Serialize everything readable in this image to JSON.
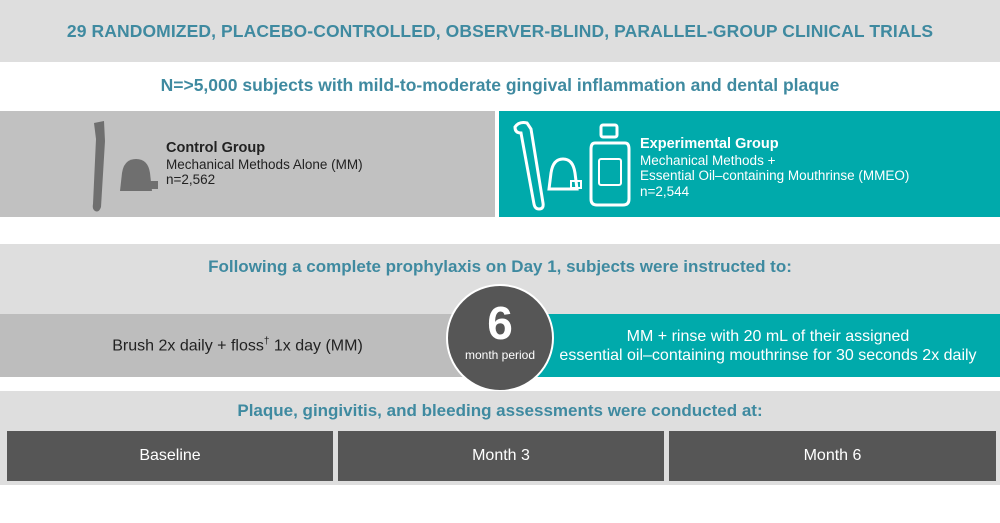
{
  "title": "29 RANDOMIZED, PLACEBO-CONTROLLED, OBSERVER-BLIND, PARALLEL-GROUP CLINICAL TRIALS",
  "subtitle": "N=>5,000 subjects with mild-to-moderate gingival inflammation and dental plaque",
  "control": {
    "title": "Control Group",
    "line1": "Mechanical Methods Alone (MM)",
    "n": "n=2,562",
    "icons": [
      "toothbrush-icon",
      "floss-icon"
    ]
  },
  "experimental": {
    "title": "Experimental Group",
    "line1": "Mechanical Methods +",
    "line2": "Essential Oil–containing Mouthrinse (MMEO)",
    "n": "n=2,544",
    "icons": [
      "toothbrush-icon",
      "floss-icon",
      "mouthrinse-bottle-icon"
    ]
  },
  "instructions": {
    "heading": "Following a complete prophylaxis on Day 1, subjects were instructed to:",
    "left_text": "Brush 2x daily + floss",
    "left_sup": "†",
    "left_suffix": " 1x day (MM)",
    "right_line1": "MM + rinse with 20 mL of their assigned",
    "right_line2": "essential oil–containing mouthrinse for 30 seconds 2x daily",
    "period_number": "6",
    "period_label": "month period"
  },
  "assessments": {
    "heading": "Plaque, gingivitis, and bleeding assessments were conducted at:",
    "timepoints": [
      "Baseline",
      "Month 3",
      "Month 6"
    ]
  },
  "colors": {
    "teal": "#00aaab",
    "heading_blue": "#3f8aa0",
    "dark_gray": "#565656",
    "light_gray": "#dedede",
    "mid_gray": "#c1c1c1"
  }
}
